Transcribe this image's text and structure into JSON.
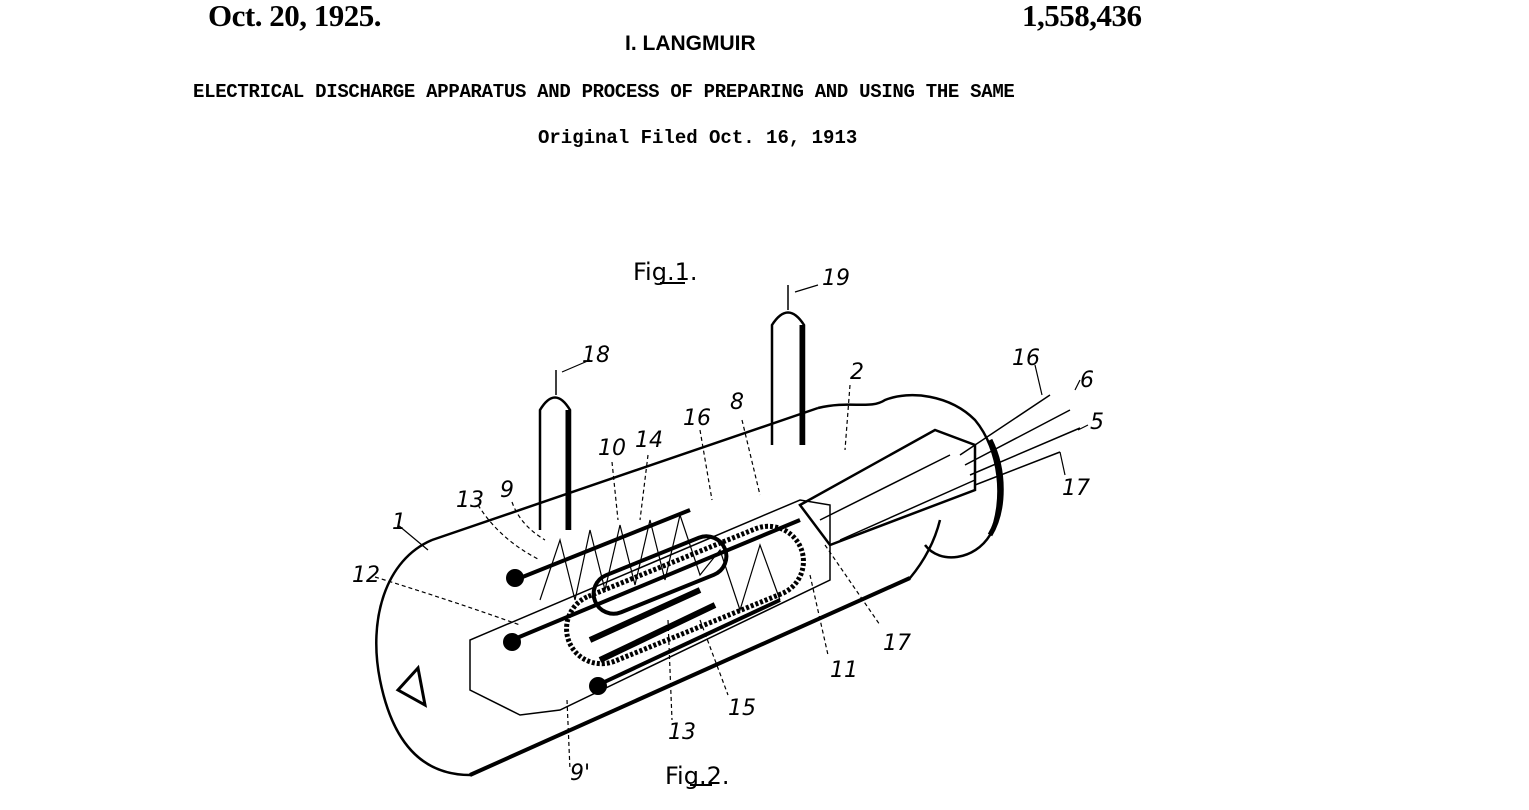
{
  "header": {
    "date": "Oct. 20, 1925.",
    "patent_number": "1,558,436",
    "inventor": "I. LANGMUIR",
    "title": "ELECTRICAL DISCHARGE APPARATUS AND PROCESS OF PREPARING AND USING THE SAME",
    "filed": "Original Filed Oct. 16, 1913"
  },
  "figures": {
    "fig1": "Fig.1.",
    "fig2": "Fig.2."
  },
  "labels": {
    "l19": "19",
    "l18": "18",
    "l2": "2",
    "l16a": "16",
    "l6": "6",
    "l5": "5",
    "l17a": "17",
    "l8": "8",
    "l16b": "16",
    "l10": "10",
    "l14": "14",
    "l9": "9",
    "l13a": "13",
    "l1": "1",
    "l12": "12",
    "l11": "11",
    "l17b": "17",
    "l15": "15",
    "l13b": "13",
    "l9p": "9'"
  }
}
